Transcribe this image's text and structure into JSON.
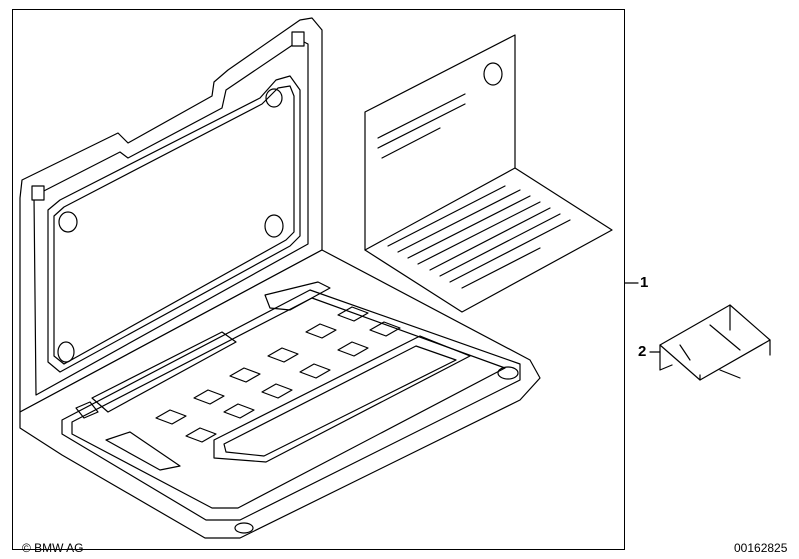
{
  "callouts": [
    {
      "id": "1",
      "label": "1"
    },
    {
      "id": "2",
      "label": "2"
    }
  ],
  "footer": {
    "copyright": "© BMW AG",
    "diagram_number": "00162825"
  }
}
